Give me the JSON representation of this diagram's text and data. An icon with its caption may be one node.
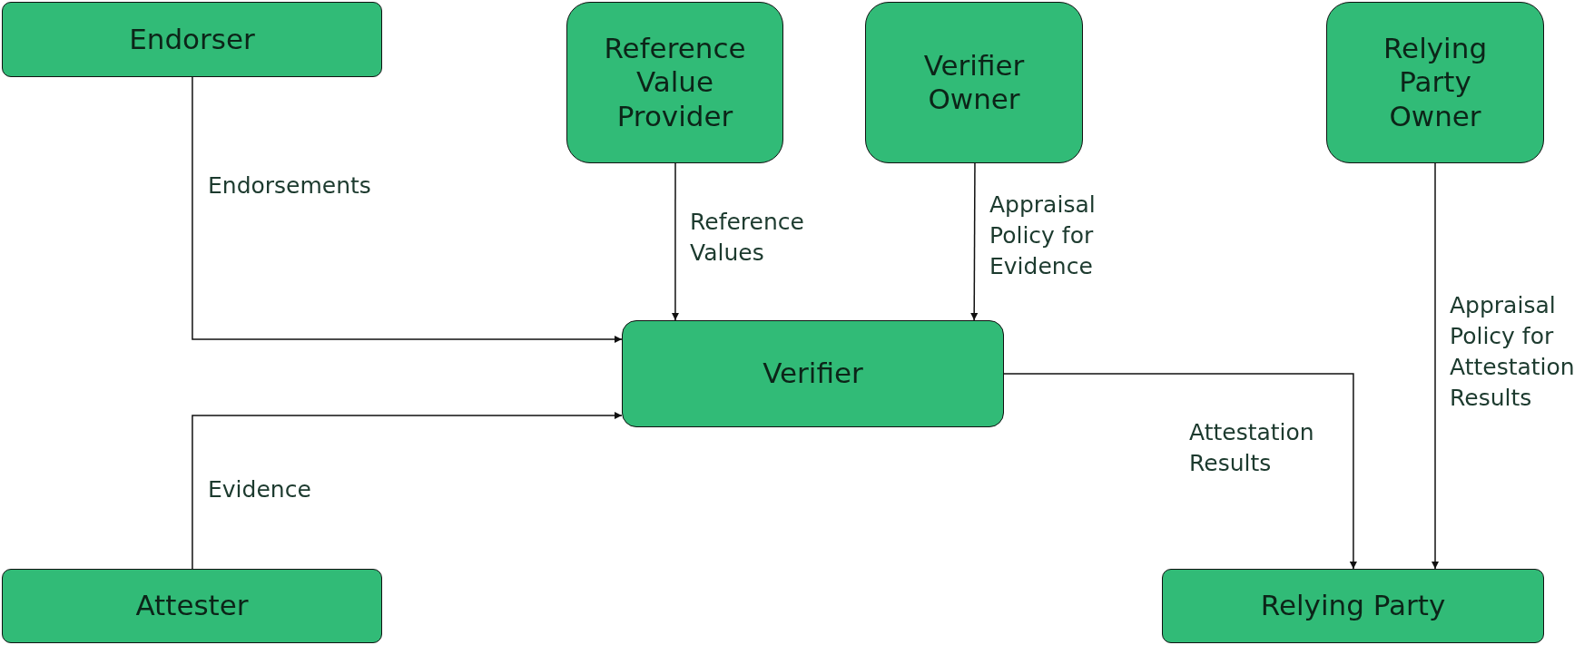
{
  "diagram": {
    "nodes": [
      {
        "text": [
          "Endorser"
        ]
      },
      {
        "text": [
          "Reference Value Provider"
        ]
      },
      {
        "text": [
          "Verifier Owner"
        ]
      },
      {
        "text": [
          "Relying Party Owner"
        ]
      },
      {
        "text": [
          "Verifier"
        ]
      },
      {
        "text": [
          "Attester"
        ]
      },
      {
        "text": [
          "Relying Party"
        ]
      }
    ],
    "edges": [
      {
        "from": 0,
        "to": 4,
        "arrow": "to",
        "label": "Endorsements"
      },
      {
        "from": 1,
        "to": 4,
        "arrow": "to",
        "label": "Reference Values"
      },
      {
        "from": 2,
        "to": 4,
        "arrow": "to",
        "label": "Appraisal Policy for Evidence"
      },
      {
        "from": 5,
        "to": 4,
        "arrow": "to",
        "label": "Evidence"
      },
      {
        "from": 4,
        "to": 6,
        "arrow": "to",
        "label": "Attestation Results"
      },
      {
        "from": 3,
        "to": 6,
        "arrow": "to",
        "label": "Appraisal Policy for Attestation Results"
      }
    ]
  }
}
